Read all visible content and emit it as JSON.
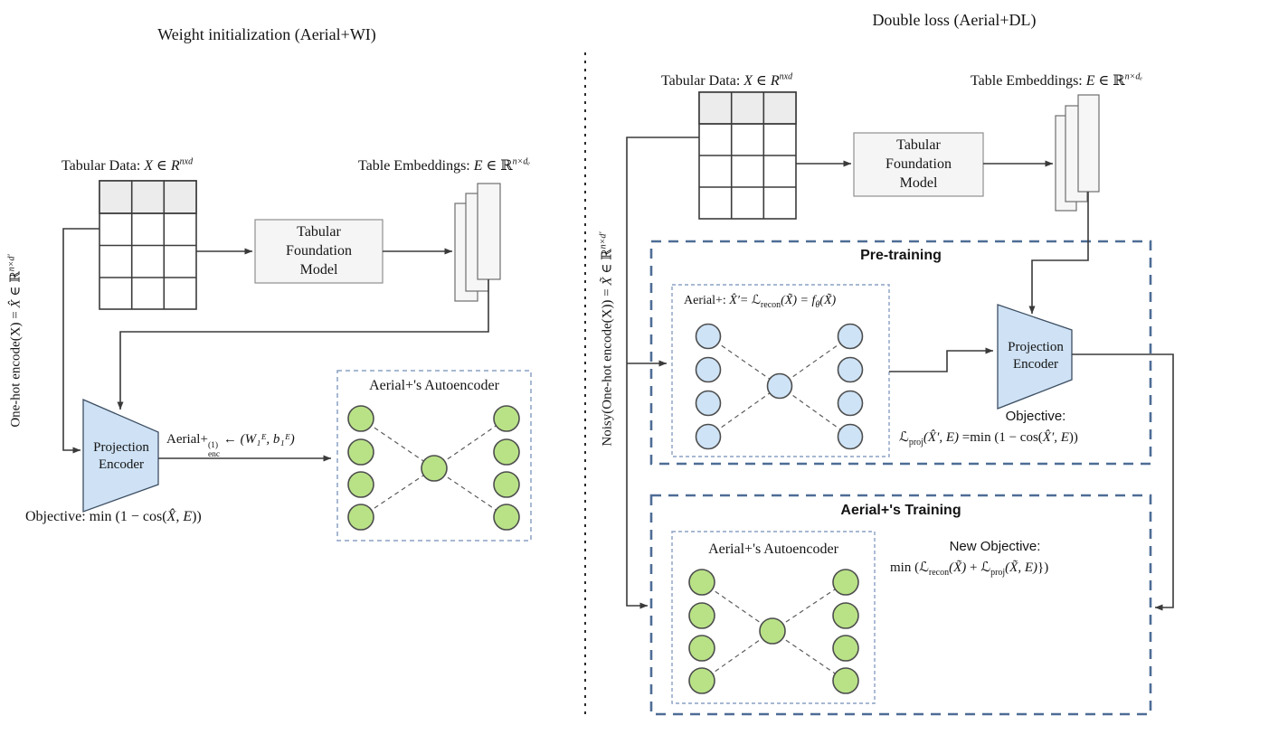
{
  "colors": {
    "node_green": "#b9e287",
    "node_blue": "#cee3f6",
    "trapezoid_fill": "#cfe2f5",
    "box_fill": "#f5f5f5",
    "table_header_fill": "#ececec",
    "outer_dash_border": "#4e6d96",
    "inner_dash_border": "#8aa0c4",
    "line_color": "#3a3a3a"
  },
  "left": {
    "title": "Weight initialization (Aerial+WI)",
    "tabular_data_label": {
      "text": "Tabular Data: ",
      "math": "X ∈ R",
      "sup": "nxd"
    },
    "embeddings_label": {
      "text": "Table Embeddings: ",
      "e": "E",
      "mid": " ∈ ",
      "r": "ℝ",
      "sup": "n×dₑ"
    },
    "foundation_model": {
      "line1": "Tabular",
      "line2": "Foundation",
      "line3": "Model"
    },
    "one_hot_label": {
      "text": "One-hot encode(X) = ",
      "x": "X̂",
      "mid": " ∈ ",
      "r": "ℝ",
      "sup": "n×d′"
    },
    "projection_encoder": {
      "line1": "Projection",
      "line2": "Encoder"
    },
    "weights_formula": {
      "base": "Aerial+",
      "sup": "(1)",
      "sub": "enc",
      "rest": " ← (W₁ᴱ, b₁ᴱ)"
    },
    "objective": {
      "pre": "Objective: min (1 − cos(",
      "math": "X̂, E",
      "end": "))"
    },
    "autoencoder_label": "Aerial+'s Autoencoder"
  },
  "right": {
    "title": "Double loss (Aerial+DL)",
    "tabular_data_label": {
      "text": "Tabular Data: ",
      "math": "X ∈ R",
      "sup": "nxd"
    },
    "embeddings_label": {
      "text": "Table Embeddings: ",
      "e": "E",
      "mid": " ∈ ",
      "r": "ℝ",
      "sup": "n×dₑ"
    },
    "foundation_model": {
      "line1": "Tabular",
      "line2": "Foundation",
      "line3": "Model"
    },
    "noisy_label": {
      "text": "Noisy(One-hot encode(X)) = ",
      "x": "X̃",
      "mid": " ∈ ",
      "r": "ℝ",
      "sup": "n×d′"
    },
    "pretraining": {
      "title": "Pre-training",
      "network_formula": {
        "pre": "Aerial+: ",
        "m1": "X̂′= ",
        "L1": "ℒ",
        "sub1": "recon",
        "m2": "(X̃) = f",
        "sub2": "θ",
        "end": "(X̃)"
      },
      "projection_encoder": {
        "line1": "Projection",
        "line2": "Encoder"
      },
      "objective_label": "Objective:",
      "objective_formula": {
        "L": "ℒ",
        "sub": "proj",
        "a": "(X̂′, E)",
        "mid": " =min (1 − cos(",
        "b": "X̂′, E",
        "end": "))"
      }
    },
    "training": {
      "title": "Aerial+'s Training",
      "autoencoder_label": "Aerial+'s Autoencoder",
      "objective_label": "New Objective:",
      "objective_formula": {
        "pre": "min (",
        "L1": "ℒ",
        "sub1": "recon",
        "a": "(X̃)",
        "plus": " + ",
        "L2": "ℒ",
        "sub2": "proj",
        "b": "(X̃, E)",
        "end": "})"
      }
    }
  }
}
